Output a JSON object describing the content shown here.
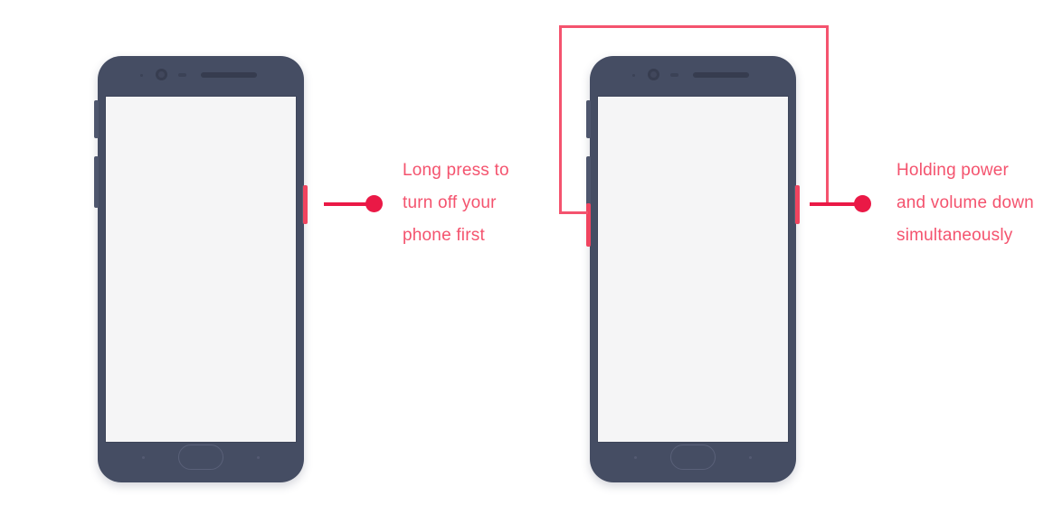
{
  "colors": {
    "background": "#FFFFFF",
    "phone_body": "#454D63",
    "screen": "#F5F5F6",
    "accent_dot": "#EA1946",
    "accent_text": "#F4536E",
    "accent_button": "#F0445F"
  },
  "phones": [
    {
      "id": "phone-left",
      "screen_state": "blank",
      "highlighted_button": "power-button",
      "highlighted_side": "right"
    },
    {
      "id": "phone-right",
      "screen_state": "blank",
      "highlighted_button": "power-and-volume-down",
      "highlighted_side": "both"
    }
  ],
  "callouts": [
    {
      "id": "callout-power",
      "text": "Long press to\nturn off your\nphone first",
      "target": "power-button",
      "has_bracket": false
    },
    {
      "id": "callout-power-volume",
      "text": "Holding power\nand volume down\nsimultaneously",
      "target": "power-and-volume-down-buttons",
      "has_bracket": true
    }
  ],
  "icons": {
    "front_camera": "front-camera-icon",
    "proximity_sensor": "proximity-sensor-icon",
    "light_sensor": "light-sensor-icon",
    "earpiece_speaker": "earpiece-speaker-icon",
    "home_button": "home-button-icon",
    "capacitive_left": "recents-key-icon",
    "capacitive_right": "back-key-icon"
  }
}
